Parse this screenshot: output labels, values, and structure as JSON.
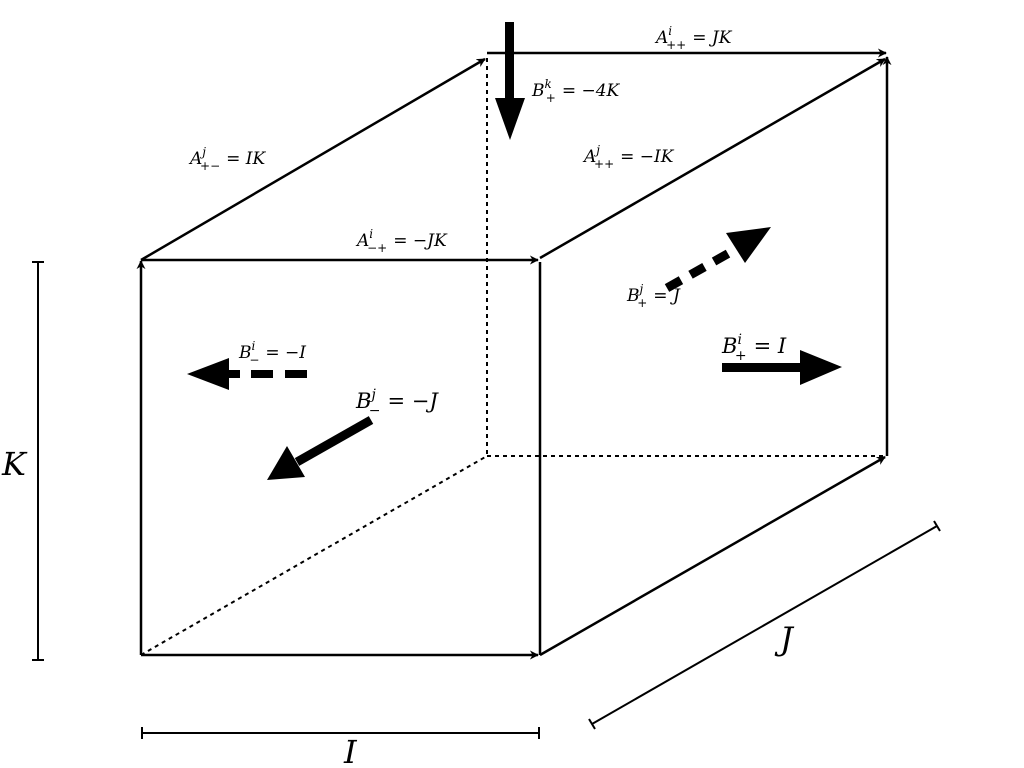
{
  "dimensions": {
    "I": "I",
    "J": "J",
    "K": "K"
  },
  "edges": {
    "A_i_pp": {
      "base": "A",
      "sup": "i",
      "sub": "++",
      "rhs": "= JK"
    },
    "A_j_pp": {
      "base": "A",
      "sup": "j",
      "sub": "++",
      "rhs": "= −IK"
    },
    "A_j_pm": {
      "base": "A",
      "sup": "j",
      "sub": "+−",
      "rhs": "= IK"
    },
    "A_i_mp": {
      "base": "A",
      "sup": "i",
      "sub": "−+",
      "rhs": "= −JK"
    }
  },
  "fields": {
    "B_k_p": {
      "base": "B",
      "sup": "k",
      "sub": "+",
      "rhs": "= −4K"
    },
    "B_j_p": {
      "base": "B",
      "sup": "j",
      "sub": "+",
      "rhs": "= J"
    },
    "B_i_p": {
      "base": "B",
      "sup": "i",
      "sub": "+",
      "rhs": "= I"
    },
    "B_i_m": {
      "base": "B",
      "sup": "i",
      "sub": "−",
      "rhs": "= −I"
    },
    "B_j_m": {
      "base": "B",
      "sup": "j",
      "sub": "−",
      "rhs": "= −J"
    }
  }
}
